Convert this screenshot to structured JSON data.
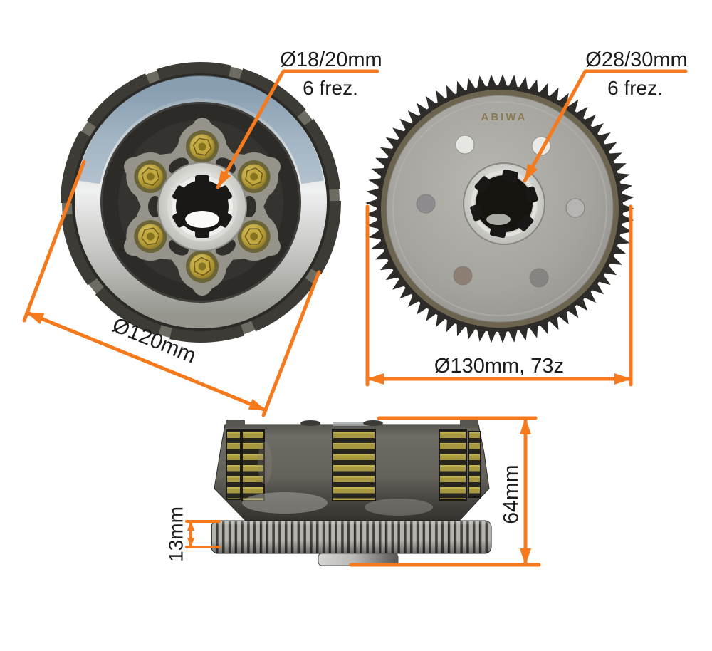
{
  "labels": {
    "hub_bore_left": {
      "line1": "Ø18/20mm",
      "line2": "6 frez."
    },
    "hub_bore_right": {
      "line1": "Ø28/30mm",
      "line2": "6 frez."
    },
    "clutch_outer_diameter": "Ø120mm",
    "gear_spec": "Ø130mm, 73z",
    "gear_thickness": "13mm",
    "assembly_height": "64mm",
    "gear_engraving": "ABIWA"
  },
  "colors": {
    "annotation_orange": "#F5791D",
    "label_text": "#1C1C1B",
    "engraving": "#8A7A52",
    "background": "#FFFFFF"
  }
}
